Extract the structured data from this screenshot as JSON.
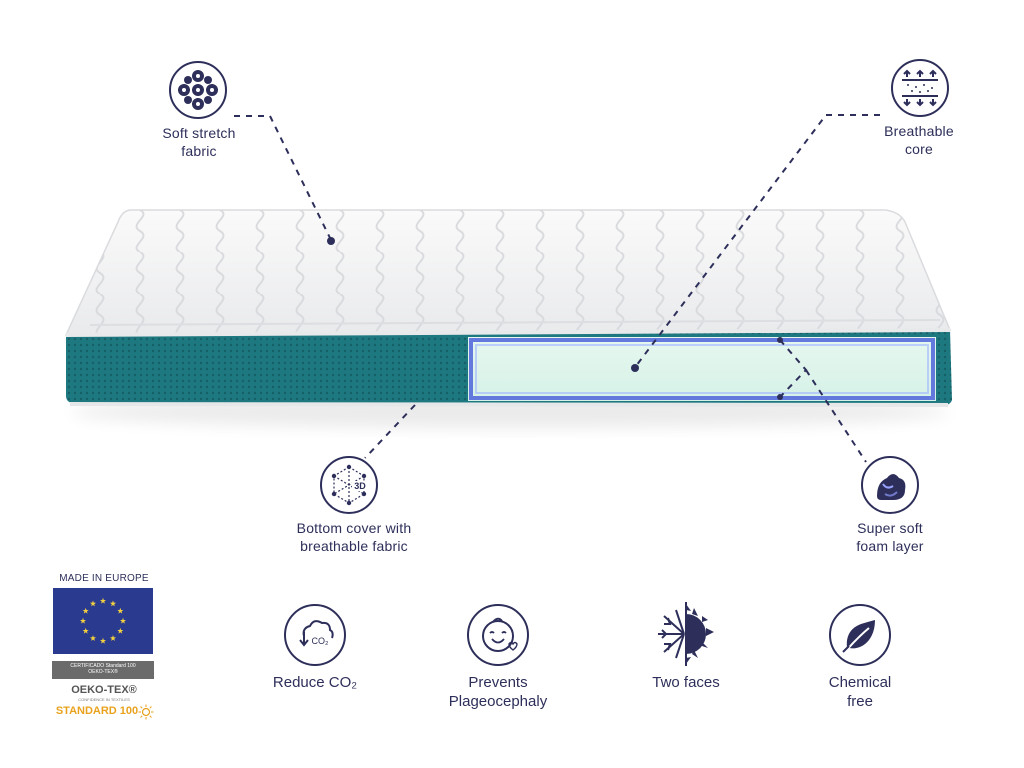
{
  "callouts": {
    "soft_stretch_fabric": [
      "Soft stretch",
      "fabric"
    ],
    "breathable_core": [
      "Breathable",
      "core"
    ],
    "bottom_cover": [
      "Bottom cover with",
      "breathable fabric"
    ],
    "super_soft_foam": [
      "Super soft",
      "foam layer"
    ]
  },
  "icon_3d_text": "3D",
  "features": {
    "reduce_co2": [
      "Reduce CO₂"
    ],
    "co2_icon_text": "CO₂",
    "plageocephaly": [
      "Prevents",
      "Plageocephaly"
    ],
    "two_faces": [
      "Two faces"
    ],
    "chemical_free": [
      "Chemical",
      "free"
    ]
  },
  "badges": {
    "made_in_europe": "MADE IN EUROPE",
    "certificado_line1": "CERTIFICADO Standard 100",
    "certificado_line2": "OEKO-TEX®",
    "oeko_tex": "OEKO-TEX®",
    "oeko_sub": "CONFIDENCE IN TEXTILES",
    "standard_100": "STANDARD 100"
  },
  "colors": {
    "navy": "#2d2f5a",
    "teal": "#1f7f86",
    "mattress_top": "#f2f3f4",
    "core_mint": "#dff5ec",
    "core_blue": "#4d63d9",
    "eu_blue": "#2a3b8f",
    "eu_star": "#f4d03f"
  }
}
